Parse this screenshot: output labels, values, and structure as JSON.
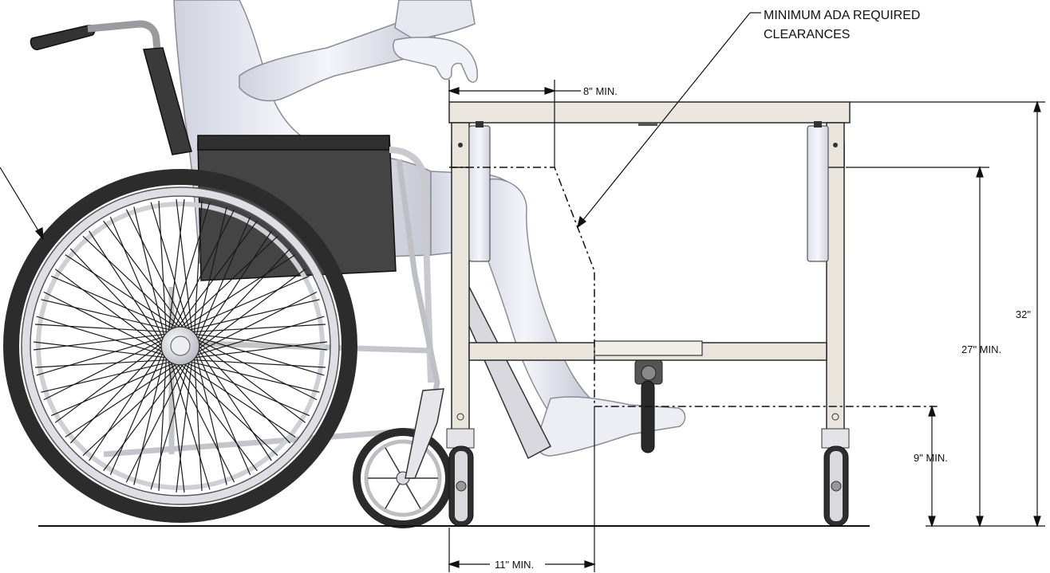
{
  "callout": {
    "line1": "MINIMUM ADA REQUIRED",
    "line2": "CLEARANCES"
  },
  "dimensions": {
    "top_overhang": "8\" MIN.",
    "table_height": "32\"",
    "knee_clearance": "27\" MIN.",
    "toe_clearance": "9\" MIN.",
    "depth_clearance": "11\" MIN."
  },
  "colors": {
    "frame": "#e9e4dc",
    "frame_stroke": "#2a2a2a",
    "seat": "#3f3f3f",
    "tire": "#2e2e2e",
    "figure": "#eef0f6",
    "figure_shade": "#c9ccd8",
    "ground": "#111111"
  }
}
